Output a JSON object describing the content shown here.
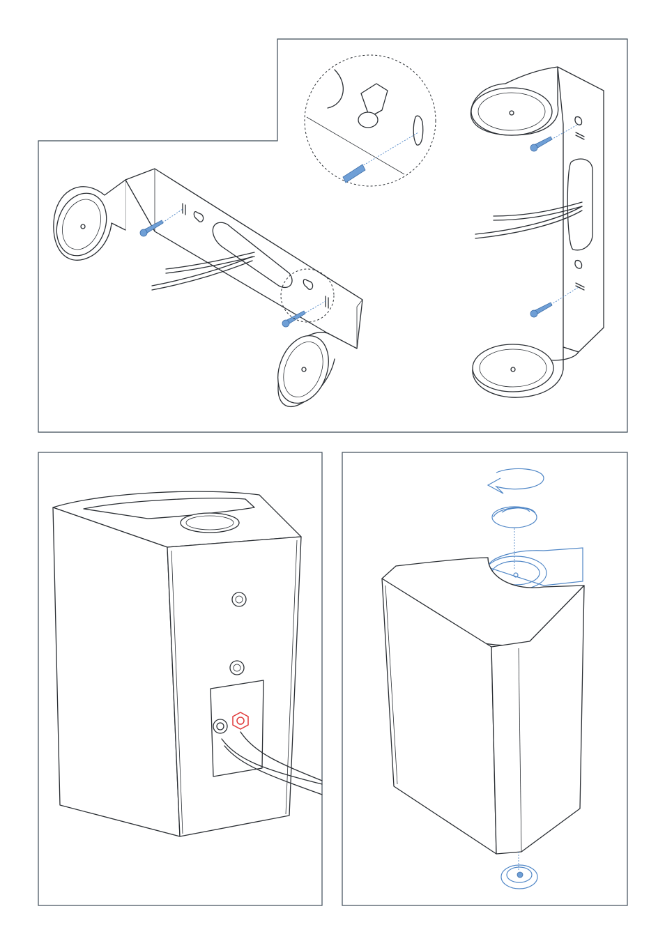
{
  "colors": {
    "line": "#2a2e33",
    "frame": "#3c4a56",
    "screw_blue": "#4f86c6",
    "terminal_red": "#e03a3a"
  },
  "panels": [
    {
      "id": "bracket-mounting",
      "description_icons": [
        "wall-bracket-icon",
        "screw-icon",
        "keyhole-slot-icon",
        "cable-icon"
      ]
    },
    {
      "id": "speaker-wiring",
      "description_icons": [
        "speaker-icon",
        "terminal-icon",
        "cable-icon"
      ]
    },
    {
      "id": "speaker-attach",
      "description_icons": [
        "speaker-icon",
        "knob-icon",
        "rotate-arrow-icon",
        "bracket-icon"
      ]
    }
  ]
}
